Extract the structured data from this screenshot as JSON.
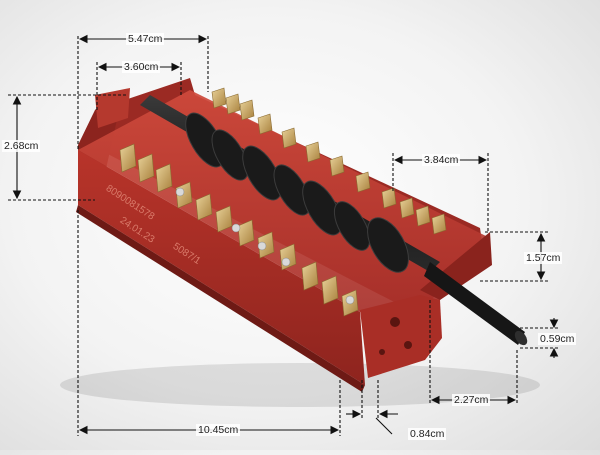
{
  "dimensions": {
    "top_overall_width": "5.47cm",
    "top_inner_width": "3.60cm",
    "left_height": "2.68cm",
    "right_bracket_width": "3.84cm",
    "right_bracket_height": "1.57cm",
    "shaft_diameter": "0.59cm",
    "shaft_length": "2.27cm",
    "body_length": "10.45cm",
    "end_plate_thickness": "0.84cm"
  },
  "markings": {
    "part_number": "8090081578",
    "date_code": "24.01.23",
    "model_code": "5087/1"
  },
  "colors": {
    "housing": "#b8342a",
    "housing_dark": "#7e1f19",
    "terminal": "#c8a15a",
    "cam_shaft": "#1c1c1c",
    "dimension_line": "#111111"
  }
}
